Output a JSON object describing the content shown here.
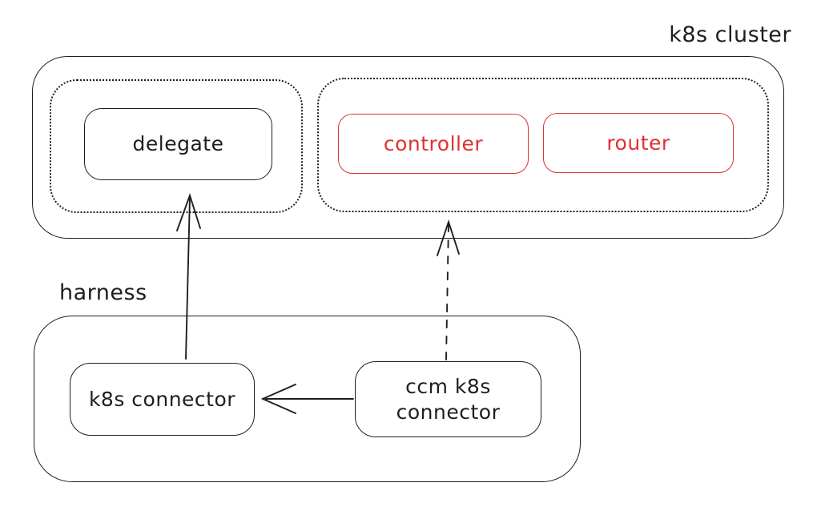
{
  "labels": {
    "cluster": "k8s cluster",
    "harness": "harness"
  },
  "nodes": {
    "delegate": {
      "label": "delegate",
      "color": "#1e1e1e"
    },
    "controller": {
      "label": "controller",
      "color": "#e03131"
    },
    "router": {
      "label": "router",
      "color": "#e03131"
    },
    "k8s_connector": {
      "label": "k8s connector",
      "color": "#1e1e1e"
    },
    "ccm_k8s_connector": {
      "label": "ccm k8s connector",
      "color": "#1e1e1e"
    }
  },
  "colors": {
    "stroke": "#1e1e1e",
    "accent": "#e03131",
    "background": "#ffffff"
  },
  "edges": [
    {
      "from": "k8s connector",
      "to": "delegate",
      "style": "solid",
      "direction": "up"
    },
    {
      "from": "ccm k8s connector",
      "to": "controller group",
      "style": "dashed",
      "direction": "up"
    },
    {
      "from": "ccm k8s connector",
      "to": "k8s connector",
      "style": "solid",
      "direction": "left"
    }
  ]
}
